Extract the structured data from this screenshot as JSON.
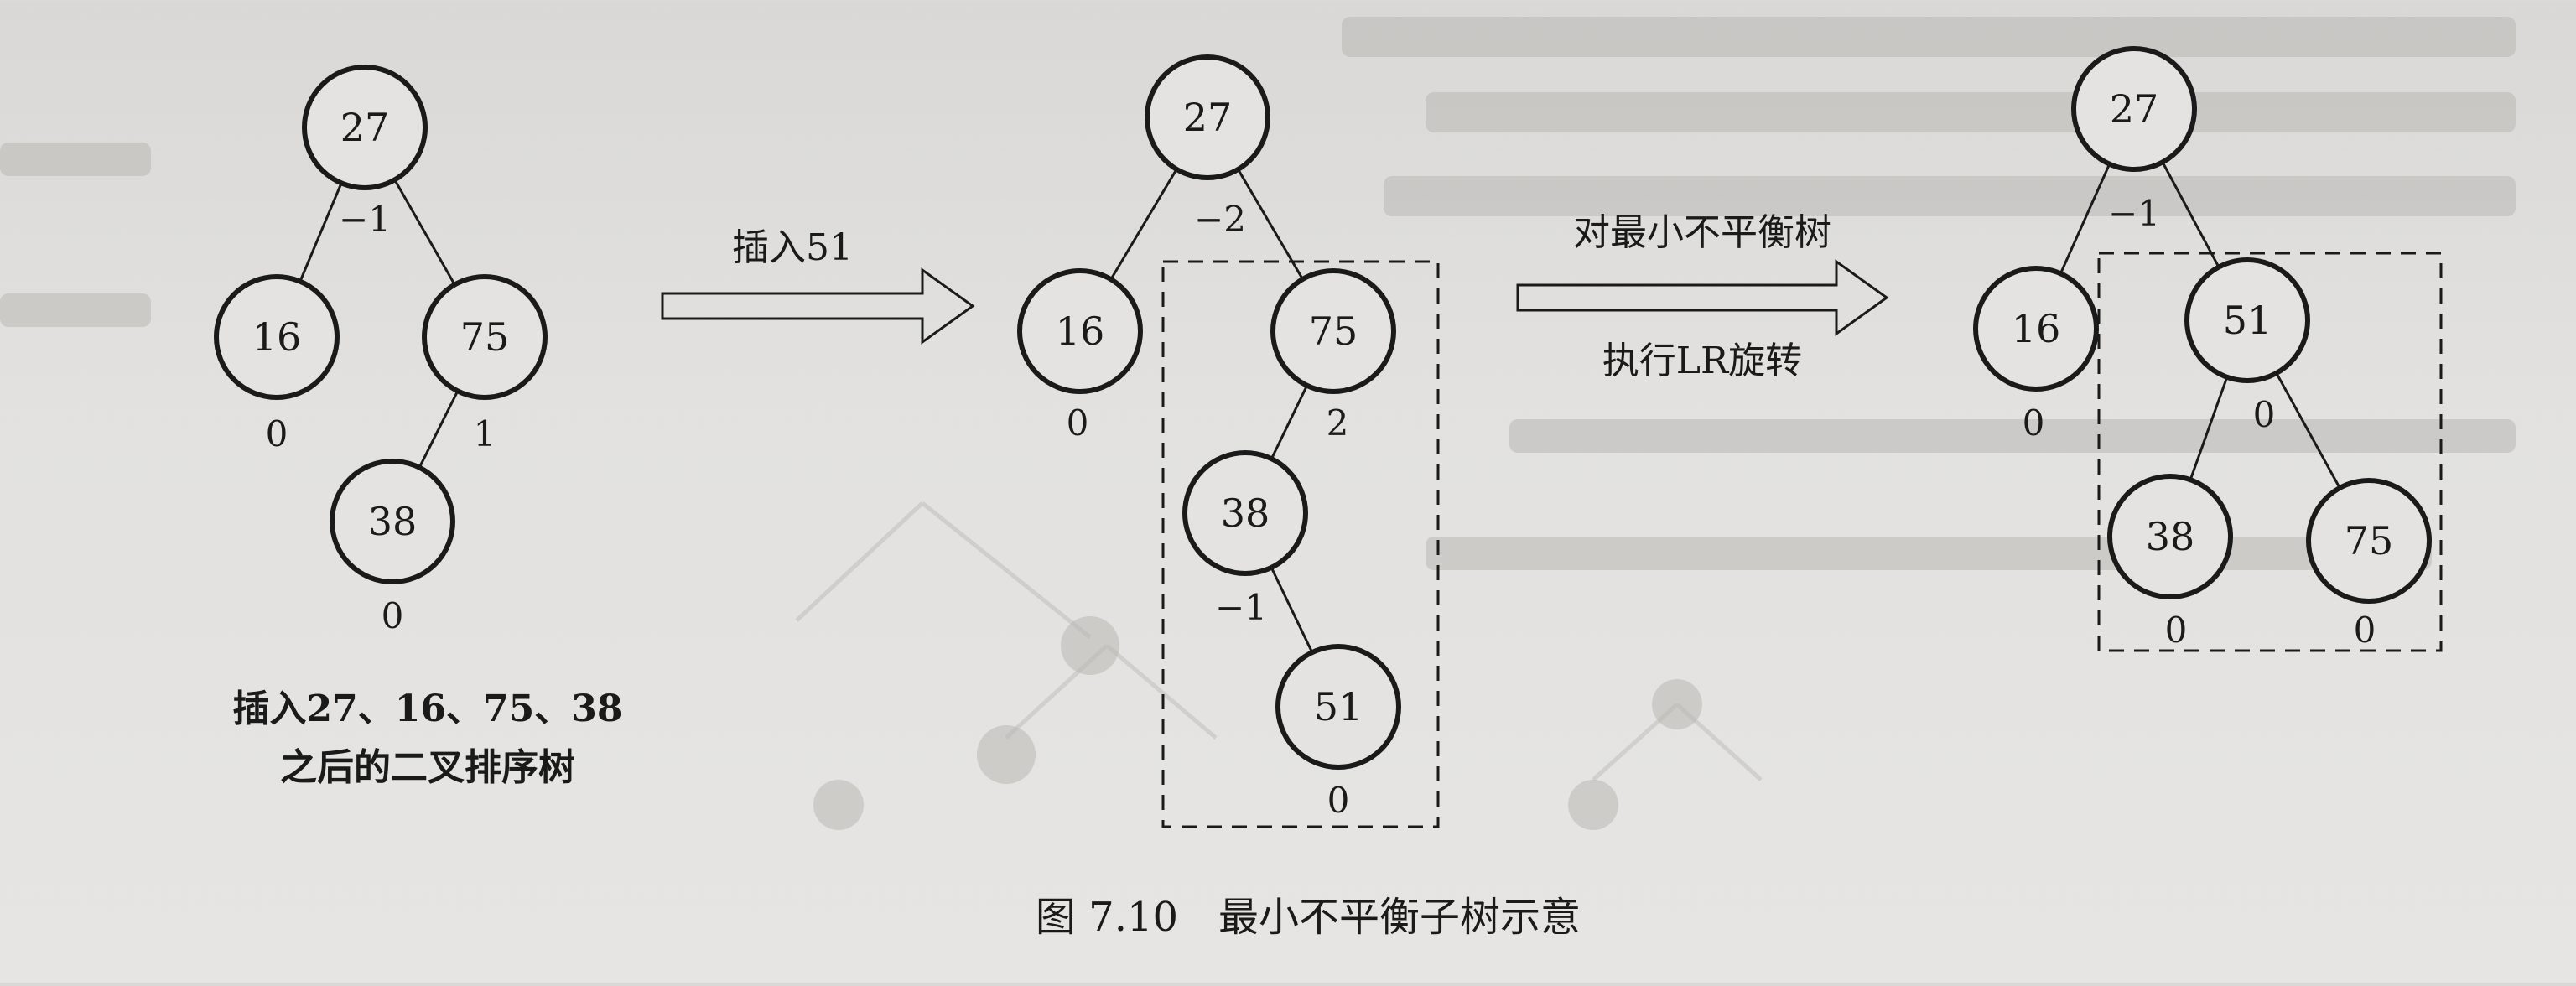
{
  "figure": {
    "caption": "图 7.10　最小不平衡子树示意",
    "stage1": {
      "note_line1": "插入27、16、75、38",
      "note_line2": "之后的二叉排序树",
      "nodes": [
        {
          "id": "27",
          "key": "27",
          "bf": "−1"
        },
        {
          "id": "16",
          "key": "16",
          "bf": "0"
        },
        {
          "id": "75",
          "key": "75",
          "bf": "1"
        },
        {
          "id": "38",
          "key": "38",
          "bf": "0"
        }
      ]
    },
    "arrow1": {
      "label": "插入51"
    },
    "stage2": {
      "nodes": [
        {
          "id": "27",
          "key": "27",
          "bf": "−2"
        },
        {
          "id": "16",
          "key": "16",
          "bf": "0"
        },
        {
          "id": "75",
          "key": "75",
          "bf": "2"
        },
        {
          "id": "38",
          "key": "38",
          "bf": "−1"
        },
        {
          "id": "51",
          "key": "51",
          "bf": "0"
        }
      ]
    },
    "arrow2": {
      "label_top": "对最小不平衡树",
      "label_bottom": "执行LR旋转"
    },
    "stage3": {
      "nodes": [
        {
          "id": "27",
          "key": "27",
          "bf": "−1"
        },
        {
          "id": "16",
          "key": "16",
          "bf": "0"
        },
        {
          "id": "51",
          "key": "51",
          "bf": "0"
        },
        {
          "id": "38",
          "key": "38",
          "bf": "0"
        },
        {
          "id": "75",
          "key": "75",
          "bf": "0"
        }
      ]
    }
  }
}
